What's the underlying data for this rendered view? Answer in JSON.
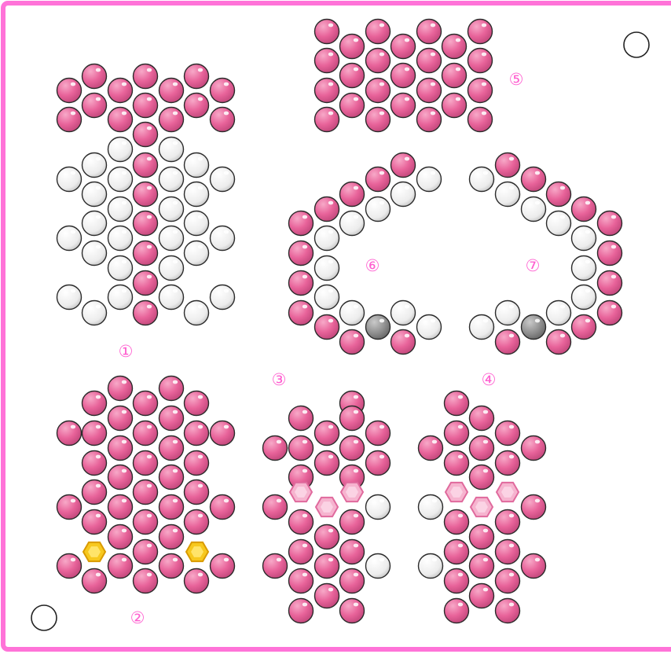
{
  "colors": {
    "frame": "#ff73d8",
    "pink_fill": "#e8639a",
    "pink_dark": "#b23a6b",
    "white_fill": "#f4f4f4",
    "white_stroke": "#2b2b2b",
    "gray_fill": "#888888",
    "gold_fill": "#f7c81e",
    "light_pink_hex": "#f4a6c6",
    "label": "#ff5fd0"
  },
  "labels": {
    "p1": "①",
    "p2": "②",
    "p3": "③",
    "p4": "④",
    "p5": "⑤",
    "p6": "⑥",
    "p7": "⑦"
  },
  "icons": {
    "bead": "round-bead-icon",
    "hex": "hexagon-bead-icon",
    "hole": "pin-hole-icon"
  }
}
